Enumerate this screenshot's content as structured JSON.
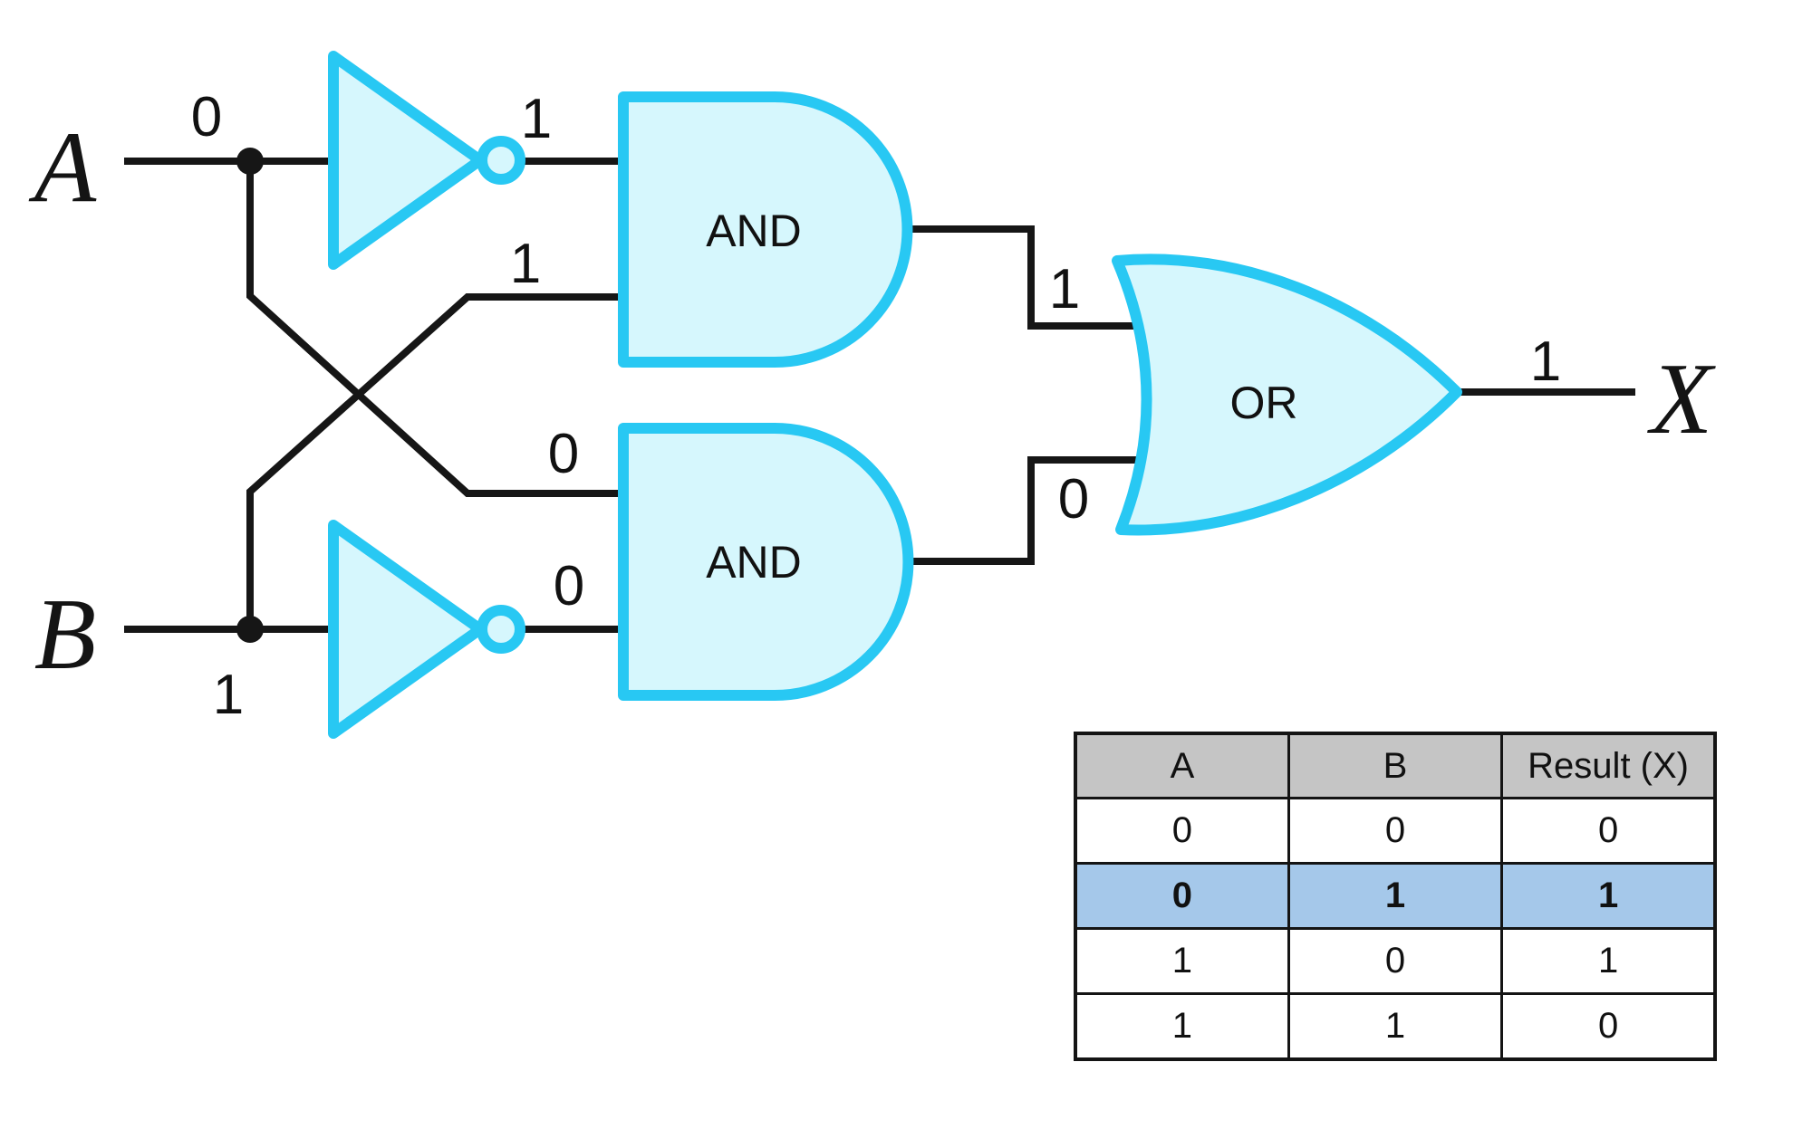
{
  "diagram": {
    "input_a": {
      "label": "A",
      "value": "0"
    },
    "input_b": {
      "label": "B",
      "value": "1"
    },
    "output_x": {
      "label": "X",
      "value": "1"
    },
    "gates": {
      "not_top_name": "NOT",
      "not_bottom_name": "NOT",
      "and_top_label": "AND",
      "and_bottom_label": "AND",
      "or_label": "OR"
    },
    "signals": {
      "not_top_out": "1",
      "and_top_in2": "1",
      "and_bottom_in1": "0",
      "not_bottom_out": "0",
      "or_in_top": "1",
      "or_in_bottom": "0",
      "output_value": "1"
    }
  },
  "truth_table": {
    "headers": [
      "A",
      "B",
      "Result (X)"
    ],
    "rows": [
      {
        "a": "0",
        "b": "0",
        "x": "0",
        "highlighted": false
      },
      {
        "a": "0",
        "b": "1",
        "x": "1",
        "highlighted": true
      },
      {
        "a": "1",
        "b": "0",
        "x": "1",
        "highlighted": false
      },
      {
        "a": "1",
        "b": "1",
        "x": "0",
        "highlighted": false
      }
    ]
  },
  "colors": {
    "gate_stroke": "#28c8f3",
    "gate_fill": "#d6f7fd",
    "wire": "#161616",
    "table_header_bg": "#c5c5c5",
    "table_highlight_bg": "#a5c8ea"
  }
}
